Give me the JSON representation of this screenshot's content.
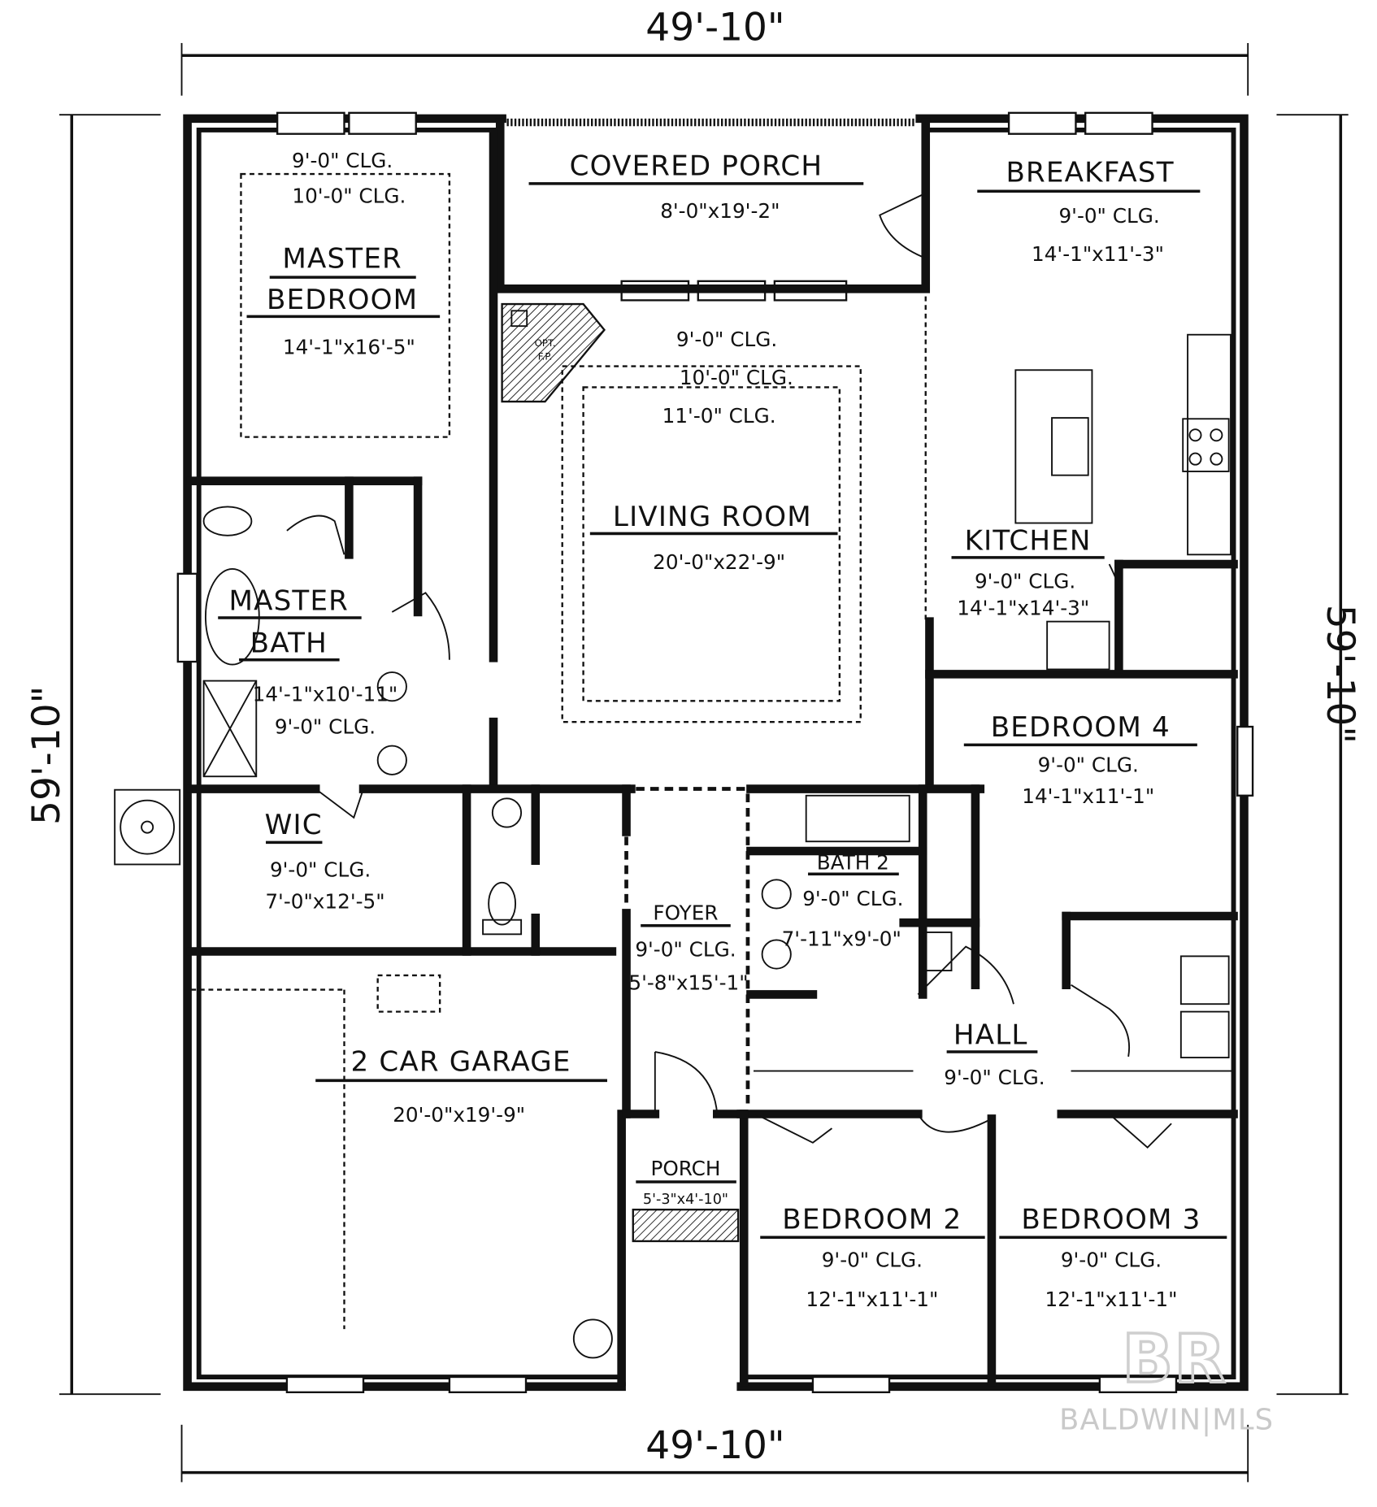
{
  "dimensions": {
    "top": "49'-10\"",
    "bottom": "49'-10\"",
    "left": "59'-10\"",
    "right": "59'-10\""
  },
  "rooms": {
    "master_bedroom": {
      "title1": "MASTER",
      "title2": "BEDROOM",
      "clg1": "9'-0\" CLG.",
      "clg2": "10'-0\" CLG.",
      "size": "14'-1\"x16'-5\""
    },
    "covered_porch": {
      "title": "COVERED PORCH",
      "size": "8'-0\"x19'-2\""
    },
    "breakfast": {
      "title": "BREAKFAST",
      "clg": "9'-0\" CLG.",
      "size": "14'-1\"x11'-3\""
    },
    "living_room": {
      "title": "LIVING ROOM",
      "clg1": "9'-0\" CLG.",
      "clg2": "10'-0\" CLG.",
      "clg3": "11'-0\" CLG.",
      "size": "20'-0\"x22'-9\"",
      "fireplace1": "OPT.",
      "fireplace2": "F.P."
    },
    "kitchen": {
      "title": "KITCHEN",
      "clg": "9'-0\" CLG.",
      "size": "14'-1\"x14'-3\""
    },
    "master_bath": {
      "title1": "MASTER",
      "title2": "BATH",
      "size": "14'-1\"x10'-11\"",
      "clg": "9'-0\" CLG."
    },
    "bedroom4": {
      "title": "BEDROOM 4",
      "clg": "9'-0\" CLG.",
      "size": "14'-1\"x11'-1\""
    },
    "wic": {
      "title": "WIC",
      "clg": "9'-0\" CLG.",
      "size": "7'-0\"x12'-5\""
    },
    "bath2": {
      "title": "BATH 2",
      "clg": "9'-0\" CLG.",
      "size": "7'-11\"x9'-0\""
    },
    "foyer": {
      "title": "FOYER",
      "clg": "9'-0\" CLG.",
      "size": "5'-8\"x15'-1\""
    },
    "hall": {
      "title": "HALL",
      "clg": "9'-0\" CLG."
    },
    "garage": {
      "title": "2 CAR GARAGE",
      "size": "20'-0\"x19'-9\""
    },
    "porch": {
      "title": "PORCH",
      "size": "5'-3\"x4'-10\""
    },
    "bedroom2": {
      "title": "BEDROOM 2",
      "clg": "9'-0\" CLG.",
      "size": "12'-1\"x11'-1\""
    },
    "bedroom3": {
      "title": "BEDROOM 3",
      "clg": "9'-0\" CLG.",
      "size": "12'-1\"x11'-1\""
    }
  },
  "watermark": {
    "logo": "BR",
    "text": "BALDWIN|MLS"
  }
}
